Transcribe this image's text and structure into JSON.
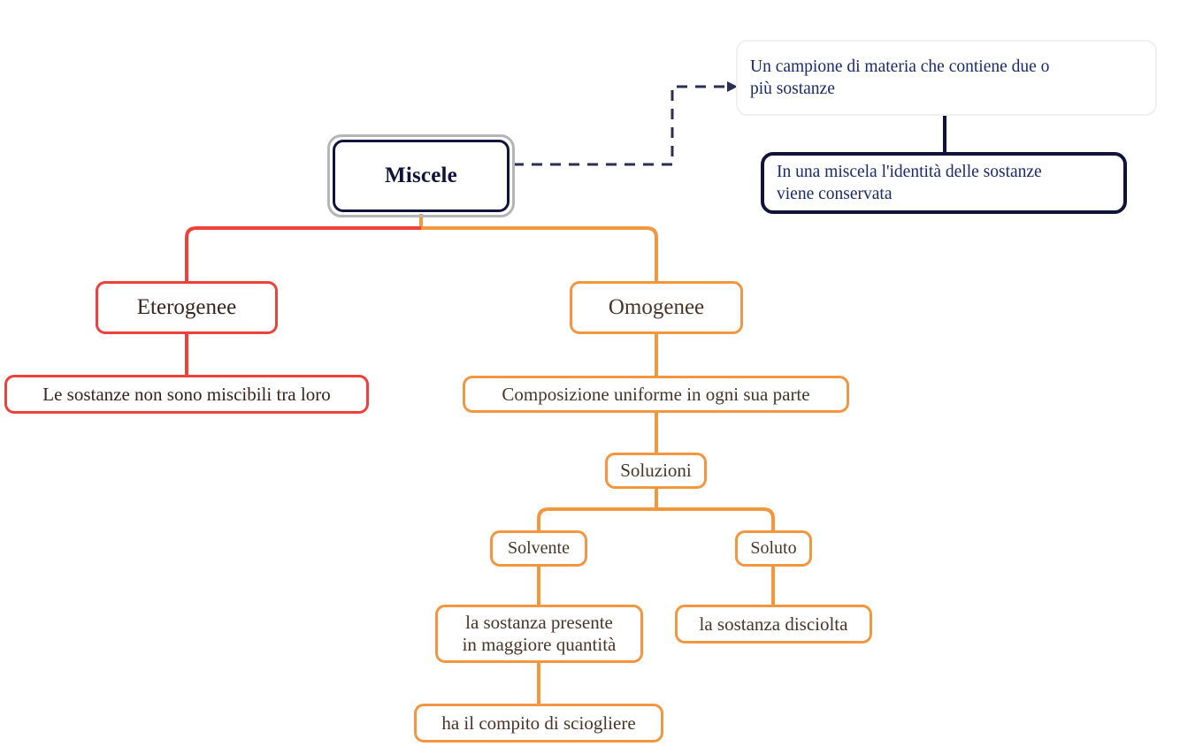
{
  "diagram": {
    "title": "Miscele",
    "type": "mind-map",
    "colors": {
      "root_border": "#11133a",
      "root_selection": "#b5b5b5",
      "note_light_border": "#f0f0f0",
      "note_dark_border": "#11133a",
      "note_text": "#1b2a6b",
      "heterogeneous_branch": "#f0403c",
      "homogeneous_branch": "#f2973f",
      "branch_text": "#3b2320",
      "background": "#ffffff"
    }
  },
  "nodes": {
    "root": {
      "label": "Miscele"
    },
    "note_definition": {
      "label": "Un campione di materia che contiene due o\npiù sostanze"
    },
    "note_identity": {
      "label": "In una miscela l'identità delle sostanze\nviene conservata"
    },
    "eterogenee": {
      "label": "Eterogenee"
    },
    "eterogenee_leaf": {
      "label": "Le sostanze non sono miscibili tra loro"
    },
    "omogenee": {
      "label": "Omogenee"
    },
    "composizione": {
      "label": "Composizione uniforme in ogni sua parte"
    },
    "soluzioni": {
      "label": "Soluzioni"
    },
    "solvente": {
      "label": "Solvente"
    },
    "soluto": {
      "label": "Soluto"
    },
    "solvente_leaf": {
      "label": "la sostanza presente\nin maggiore quantità"
    },
    "soluto_leaf": {
      "label": "la sostanza disciolta"
    },
    "sciogliere_leaf": {
      "label": "ha il compito di sciogliere"
    }
  },
  "edges": [
    {
      "from": "root",
      "to": "note_definition",
      "style": "dashed-arrow"
    },
    {
      "from": "note_definition",
      "to": "note_identity",
      "style": "solid-dark"
    },
    {
      "from": "root",
      "to": "eterogenee",
      "style": "solid-red"
    },
    {
      "from": "eterogenee",
      "to": "eterogenee_leaf",
      "style": "solid-red"
    },
    {
      "from": "root",
      "to": "omogenee",
      "style": "solid-orange"
    },
    {
      "from": "omogenee",
      "to": "composizione",
      "style": "solid-orange"
    },
    {
      "from": "composizione",
      "to": "soluzioni",
      "style": "solid-orange"
    },
    {
      "from": "soluzioni",
      "to": "solvente",
      "style": "solid-orange"
    },
    {
      "from": "soluzioni",
      "to": "soluto",
      "style": "solid-orange"
    },
    {
      "from": "solvente",
      "to": "solvente_leaf",
      "style": "solid-orange"
    },
    {
      "from": "soluto",
      "to": "soluto_leaf",
      "style": "solid-orange"
    },
    {
      "from": "solvente_leaf",
      "to": "sciogliere_leaf",
      "style": "solid-orange"
    }
  ]
}
